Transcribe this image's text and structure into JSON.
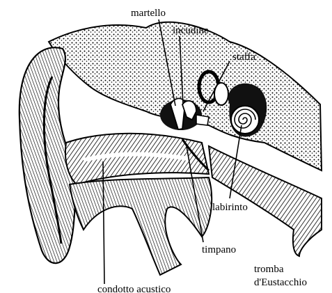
{
  "labels": {
    "martello": "martello",
    "incudine": "incudine",
    "staffa": "staffa",
    "labirinto": "labirinto",
    "timpano": "timpano",
    "tromba_line1": "tromba",
    "tromba_line2": "d'Eustacchio",
    "condotto": "condotto acustico"
  },
  "colors": {
    "ink": "#000000",
    "paper": "#ffffff",
    "shade": "#2a2a2a"
  }
}
